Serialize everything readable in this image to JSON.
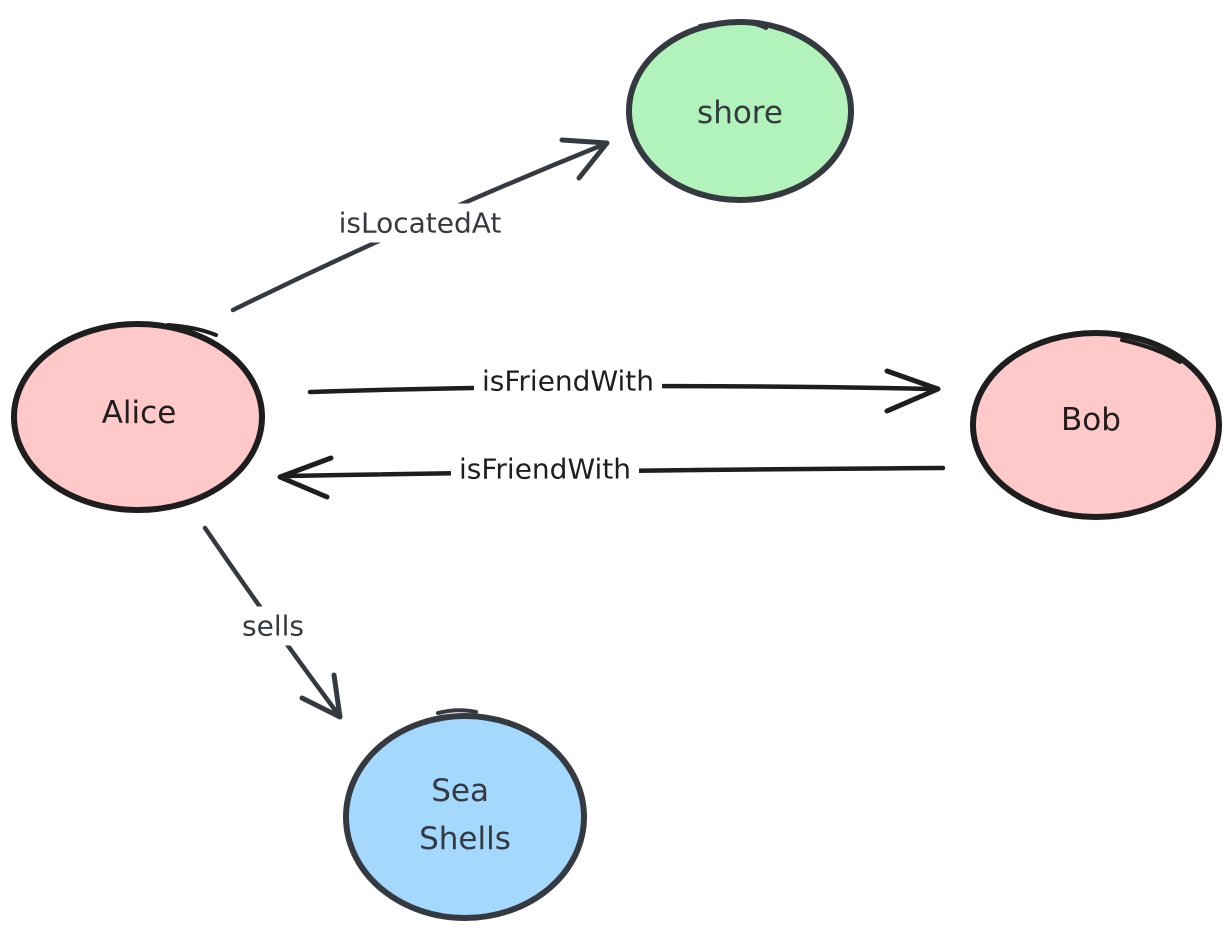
{
  "diagram": {
    "background": "#ffffff",
    "colors": {
      "black": "#1e1e1e",
      "slate": "#343a40",
      "green": "#b2f2bb",
      "pink": "#ffc9c9",
      "blue": "#a5d8ff"
    },
    "nodes": [
      {
        "id": "shore",
        "label": "shore",
        "fill": "#b2f2bb",
        "stroke": "#343a40"
      },
      {
        "id": "alice",
        "label": "Alice",
        "fill": "#ffc9c9",
        "stroke": "#1e1e1e"
      },
      {
        "id": "bob",
        "label": "Bob",
        "fill": "#ffc9c9",
        "stroke": "#1e1e1e"
      },
      {
        "id": "sea-shells",
        "label": "Sea Shells",
        "label_lines": [
          "Sea",
          "Shells"
        ],
        "fill": "#a5d8ff",
        "stroke": "#343a40"
      }
    ],
    "edges": [
      {
        "from": "alice",
        "to": "shore",
        "label": "isLocatedAt",
        "color": "#343a40"
      },
      {
        "from": "alice",
        "to": "bob",
        "label": "isFriendWith",
        "color": "#1e1e1e"
      },
      {
        "from": "bob",
        "to": "alice",
        "label": "isFriendWith",
        "color": "#1e1e1e"
      },
      {
        "from": "alice",
        "to": "sea-shells",
        "label": "sells",
        "color": "#343a40"
      }
    ]
  }
}
